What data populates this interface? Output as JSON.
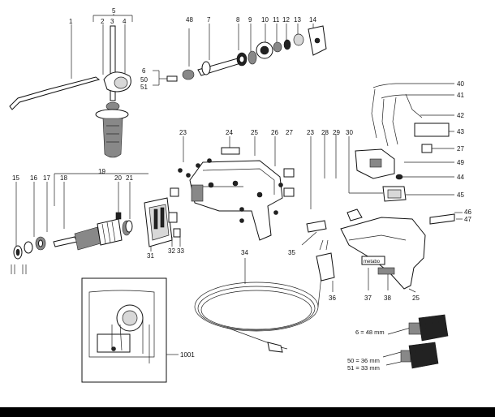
{
  "labels": {
    "l1": "1",
    "l2": "2",
    "l3": "3",
    "l4": "4",
    "l5": "5",
    "l6": "6",
    "l6b": "6",
    "l7": "7",
    "l8": "8",
    "l9": "9",
    "l10": "10",
    "l11": "11",
    "l12": "12",
    "l13": "13",
    "l14": "14",
    "l15": "15",
    "l16": "16",
    "l17": "17",
    "l18": "18",
    "l19": "19",
    "l20": "20",
    "l21": "21",
    "l23a": "23",
    "l23b": "23",
    "l24": "24",
    "l25a": "25",
    "l25b": "25",
    "l26": "26",
    "l27a": "27",
    "l27b": "27",
    "l28": "28",
    "l29": "29",
    "l30": "30",
    "l31": "31",
    "l32": "32",
    "l33": "33",
    "l34": "34",
    "l35": "35",
    "l36": "36",
    "l37": "37",
    "l38": "38",
    "l40": "40",
    "l41": "41",
    "l42": "42",
    "l43": "43",
    "l44": "44",
    "l45": "45",
    "l46": "46",
    "l47": "47",
    "l48": "48",
    "l49": "49",
    "l50": "50",
    "l50b": "50",
    "l51": "51",
    "l51b": "51",
    "l1001": "1001"
  },
  "notes": {
    "n6": "6 = 48 mm",
    "n50": "50 = 36 mm",
    "n51": "51 = 33 mm"
  },
  "nameplate": "metabo",
  "colors": {
    "bar": "#000000",
    "ink": "#111111"
  }
}
